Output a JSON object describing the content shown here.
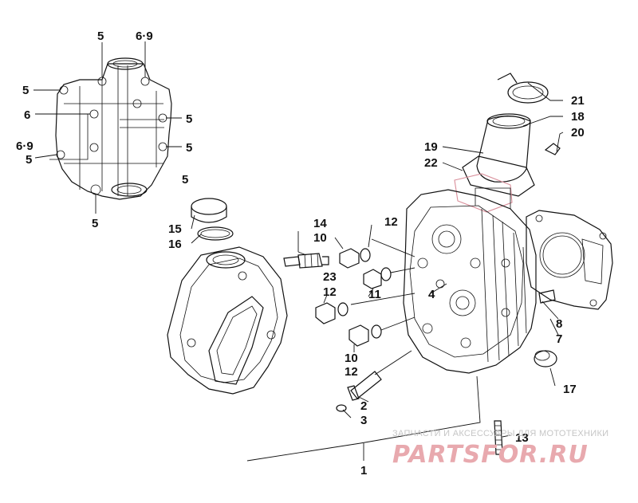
{
  "labels": {
    "l5a": "5",
    "l69a": "6·9",
    "l5b": "5",
    "l6": "6",
    "l5c": "5",
    "l69b": "6·9",
    "l5d": "5",
    "l5e": "5",
    "l5f": "5",
    "l5g": "5",
    "l21": "21",
    "l18": "18",
    "l20": "20",
    "l19": "19",
    "l22": "22",
    "l14": "14",
    "l10a": "10",
    "l12a": "12",
    "l15": "15",
    "l16": "16",
    "l23": "23",
    "l12b": "12",
    "l11": "11",
    "l4": "4",
    "l8": "8",
    "l7": "7",
    "l10b": "10",
    "l12c": "12",
    "l17": "17",
    "l2": "2",
    "l3": "3",
    "l13": "13",
    "l1": "1"
  },
  "watermark": {
    "subtitle": "ЗАПЧАСТИ И АКСЕССУАРЫ ДЛЯ МОТОТЕХНИКИ",
    "brand": "PARTSFOR.RU"
  },
  "colors": {
    "line": "#111111",
    "watermark_text": "#c6c6c6",
    "watermark_brand": "#e8a9ae"
  }
}
